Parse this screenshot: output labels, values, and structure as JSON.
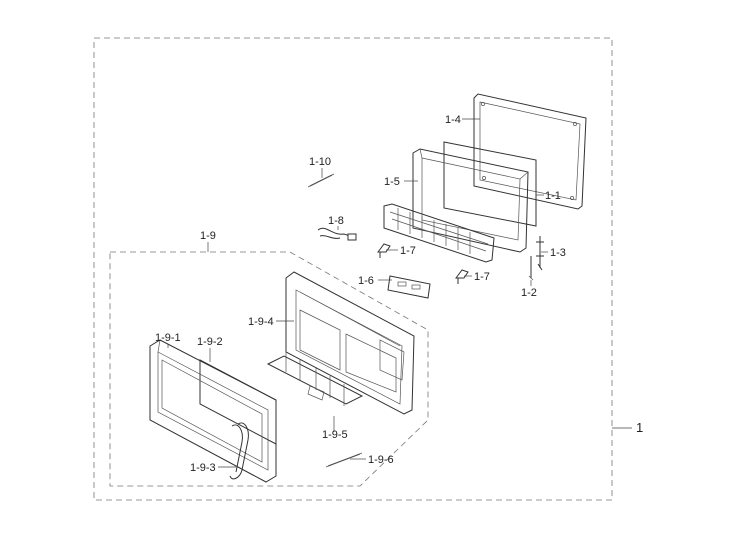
{
  "labels": {
    "assembly": "1",
    "p1_1": "1-1",
    "p1_2": "1-2",
    "p1_3": "1-3",
    "p1_4": "1-4",
    "p1_5": "1-5",
    "p1_6": "1-6",
    "p1_7a": "1-7",
    "p1_7b": "1-7",
    "p1_8": "1-8",
    "p1_9": "1-9",
    "p1_10": "1-10",
    "p1_9_1": "1-9-1",
    "p1_9_2": "1-9-2",
    "p1_9_3": "1-9-3",
    "p1_9_4": "1-9-4",
    "p1_9_5": "1-9-5",
    "p1_9_6": "1-9-6"
  }
}
